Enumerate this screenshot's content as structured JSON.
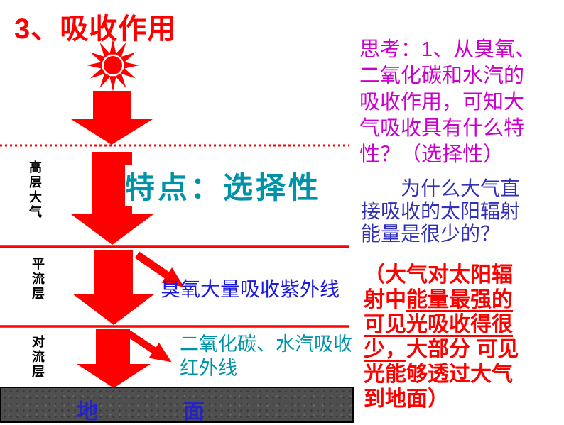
{
  "title": "3、吸收作用",
  "colors": {
    "red": "#ff0000",
    "magenta": "#cc00cc",
    "blue": "#3030bb",
    "teal": "#0093a8",
    "ozone-blue": "#1a1ae0",
    "ground-text": "#2323cc"
  },
  "diagram": {
    "sun_icon": "sun",
    "layers": [
      {
        "label": "高层大气"
      },
      {
        "label": "平流层"
      },
      {
        "label": "对流层"
      }
    ],
    "feature": "特点：选择性",
    "ozone": "臭氧大量吸收紫外线",
    "co2": "二氧化碳、水汽吸收\n红外线",
    "ground": "地　　　　面"
  },
  "panel": {
    "think": "思考：1、从臭氧、\n二氧化碳和水汽的\n吸收作用，可知大\n气吸收具有什么特\n性？（选择性）",
    "why": "　　为什么大气直\n接吸收的太阳辐射\n能量是很少的？",
    "answer": {
      "pre": "（大气对太阳辐\n射中",
      "underline": "能量最强的\n可见光吸收得很\n少，",
      "post": "大部分 可见\n光能够透过大气\n到地面）"
    }
  }
}
